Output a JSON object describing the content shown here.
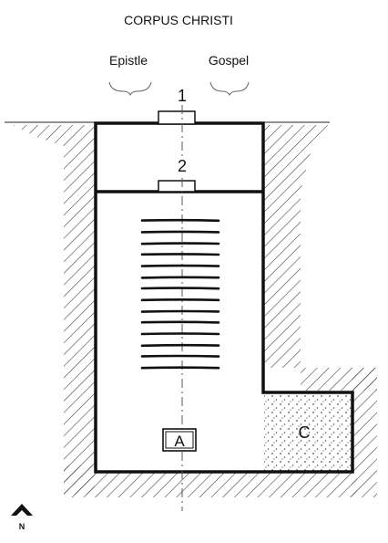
{
  "title": "CORPUS CHRISTI",
  "side_labels": {
    "left": "Epistle",
    "right": "Gospel"
  },
  "markers": {
    "entrance_outer": "1",
    "entrance_inner": "2",
    "altar": "A",
    "chapel": "C"
  },
  "compass": {
    "label": "N"
  },
  "colors": {
    "ink": "#111111",
    "paper": "#ffffff",
    "hatch": "#444444"
  }
}
